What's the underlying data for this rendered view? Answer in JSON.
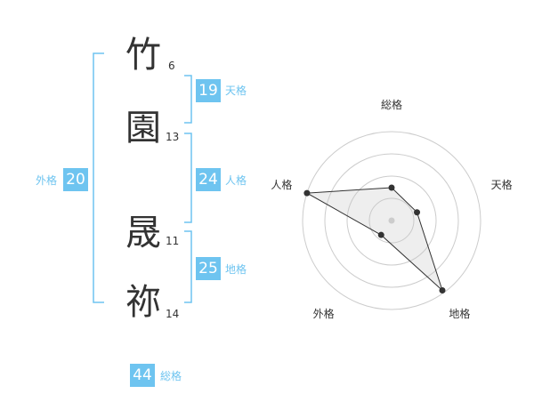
{
  "name": {
    "characters": [
      {
        "char": "竹",
        "strokes": "6"
      },
      {
        "char": "園",
        "strokes": "13"
      },
      {
        "char": "晟",
        "strokes": "11"
      },
      {
        "char": "祢",
        "strokes": "14"
      }
    ]
  },
  "kaku": {
    "tenkaku": {
      "label": "天格",
      "value": "19"
    },
    "jinkaku": {
      "label": "人格",
      "value": "24"
    },
    "chikaku": {
      "label": "地格",
      "value": "25"
    },
    "gaikaku": {
      "label": "外格",
      "value": "20"
    },
    "soukaku": {
      "label": "総格",
      "value": "44"
    }
  },
  "colors": {
    "accent": "#6ec4f0",
    "text": "#333333",
    "grid": "#cccccc",
    "polygon": "#333333"
  },
  "chart_data": {
    "type": "radar",
    "axes": [
      "総格",
      "天格",
      "地格",
      "外格",
      "人格"
    ],
    "values": [
      0.37,
      0.3,
      0.97,
      0.2,
      1.0
    ],
    "max": 1.0,
    "rings": 4
  }
}
